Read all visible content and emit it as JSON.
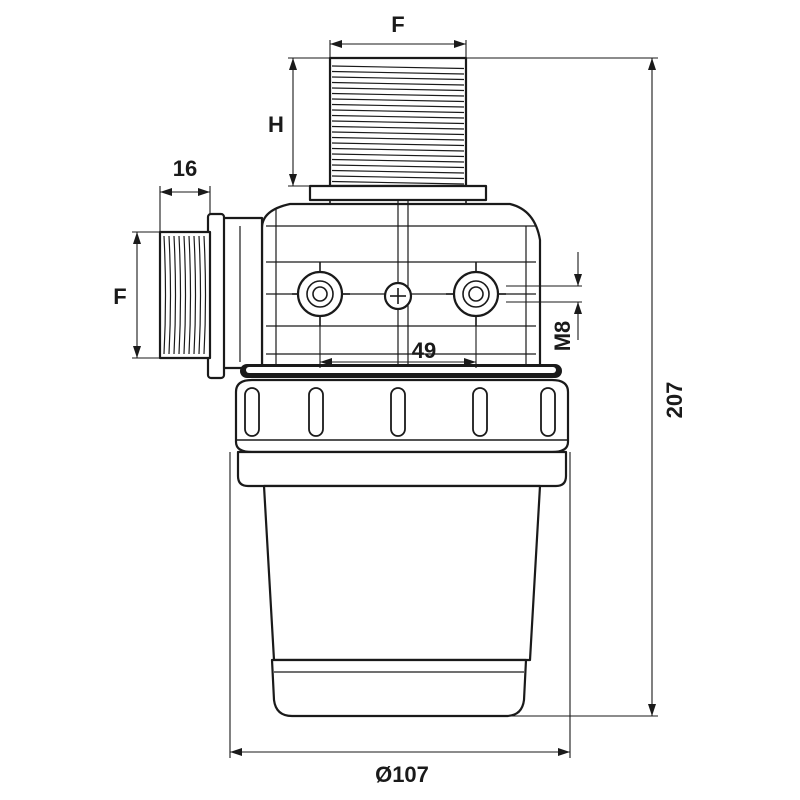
{
  "dimensions": {
    "top_thread": "F",
    "top_height": "H",
    "side_length": "16",
    "side_thread": "F",
    "hole_spacing": "49",
    "bolt": "M8",
    "total_height": "207",
    "diameter": "Ø107"
  },
  "colors": {
    "line": "#1a1a1a",
    "background": "#ffffff"
  }
}
